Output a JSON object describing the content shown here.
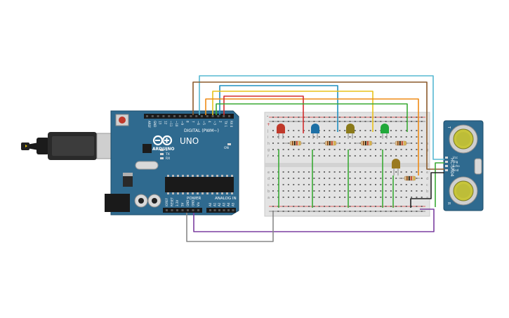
{
  "arduino": {
    "brand_label": "ARDUINO",
    "model_label": "UNO",
    "digital_header_label": "DIGITAL (PWM~)",
    "power_label": "POWER",
    "analog_label": "ANALOG IN",
    "tx_label": "TX",
    "rx_label": "RX",
    "l_label": "L",
    "on_label": "ON",
    "digital_pins": [
      "AREF",
      "GND",
      "13",
      "12",
      "~11",
      "~10",
      "~9",
      "8",
      "7",
      "~6",
      "~5",
      "4",
      "~3",
      "2",
      "TX 1",
      "RX 0"
    ],
    "power_pins": [
      "IOREF",
      "RESET",
      "3.3V",
      "5V",
      "GND",
      "GND",
      "Vin"
    ],
    "analog_pins": [
      "A0",
      "A1",
      "A2",
      "A3",
      "A4",
      "A5"
    ]
  },
  "sensor": {
    "model_label": "HC-SR04",
    "pins": [
      "Vcc",
      "Trig",
      "Echo",
      "Gnd"
    ],
    "t_label": "T",
    "r_label": "R"
  },
  "breadboard": {
    "row_letters": [
      "j",
      "i",
      "h",
      "g",
      "f",
      "e",
      "d",
      "c",
      "b",
      "a"
    ],
    "plus_label": "+",
    "minus_label": "-"
  },
  "colors": {
    "board_blue": "#2f6a8f",
    "breadboard": "#e3e3e3",
    "wire_cyan": "#56b8d2",
    "wire_brown": "#8b5a2b",
    "wire_blue": "#1f8fc0",
    "wire_yellow": "#e8c21a",
    "wire_orange": "#ef8b16",
    "wire_red": "#d32f2f",
    "wire_green": "#3aaa35",
    "wire_purple": "#7b3fa0",
    "wire_gray": "#888888",
    "led_red": "#c0392b",
    "led_blue": "#1d6fa5",
    "led_olive": "#8b7a1a",
    "led_green": "#21a83a",
    "led_amber": "#9a7a20"
  }
}
